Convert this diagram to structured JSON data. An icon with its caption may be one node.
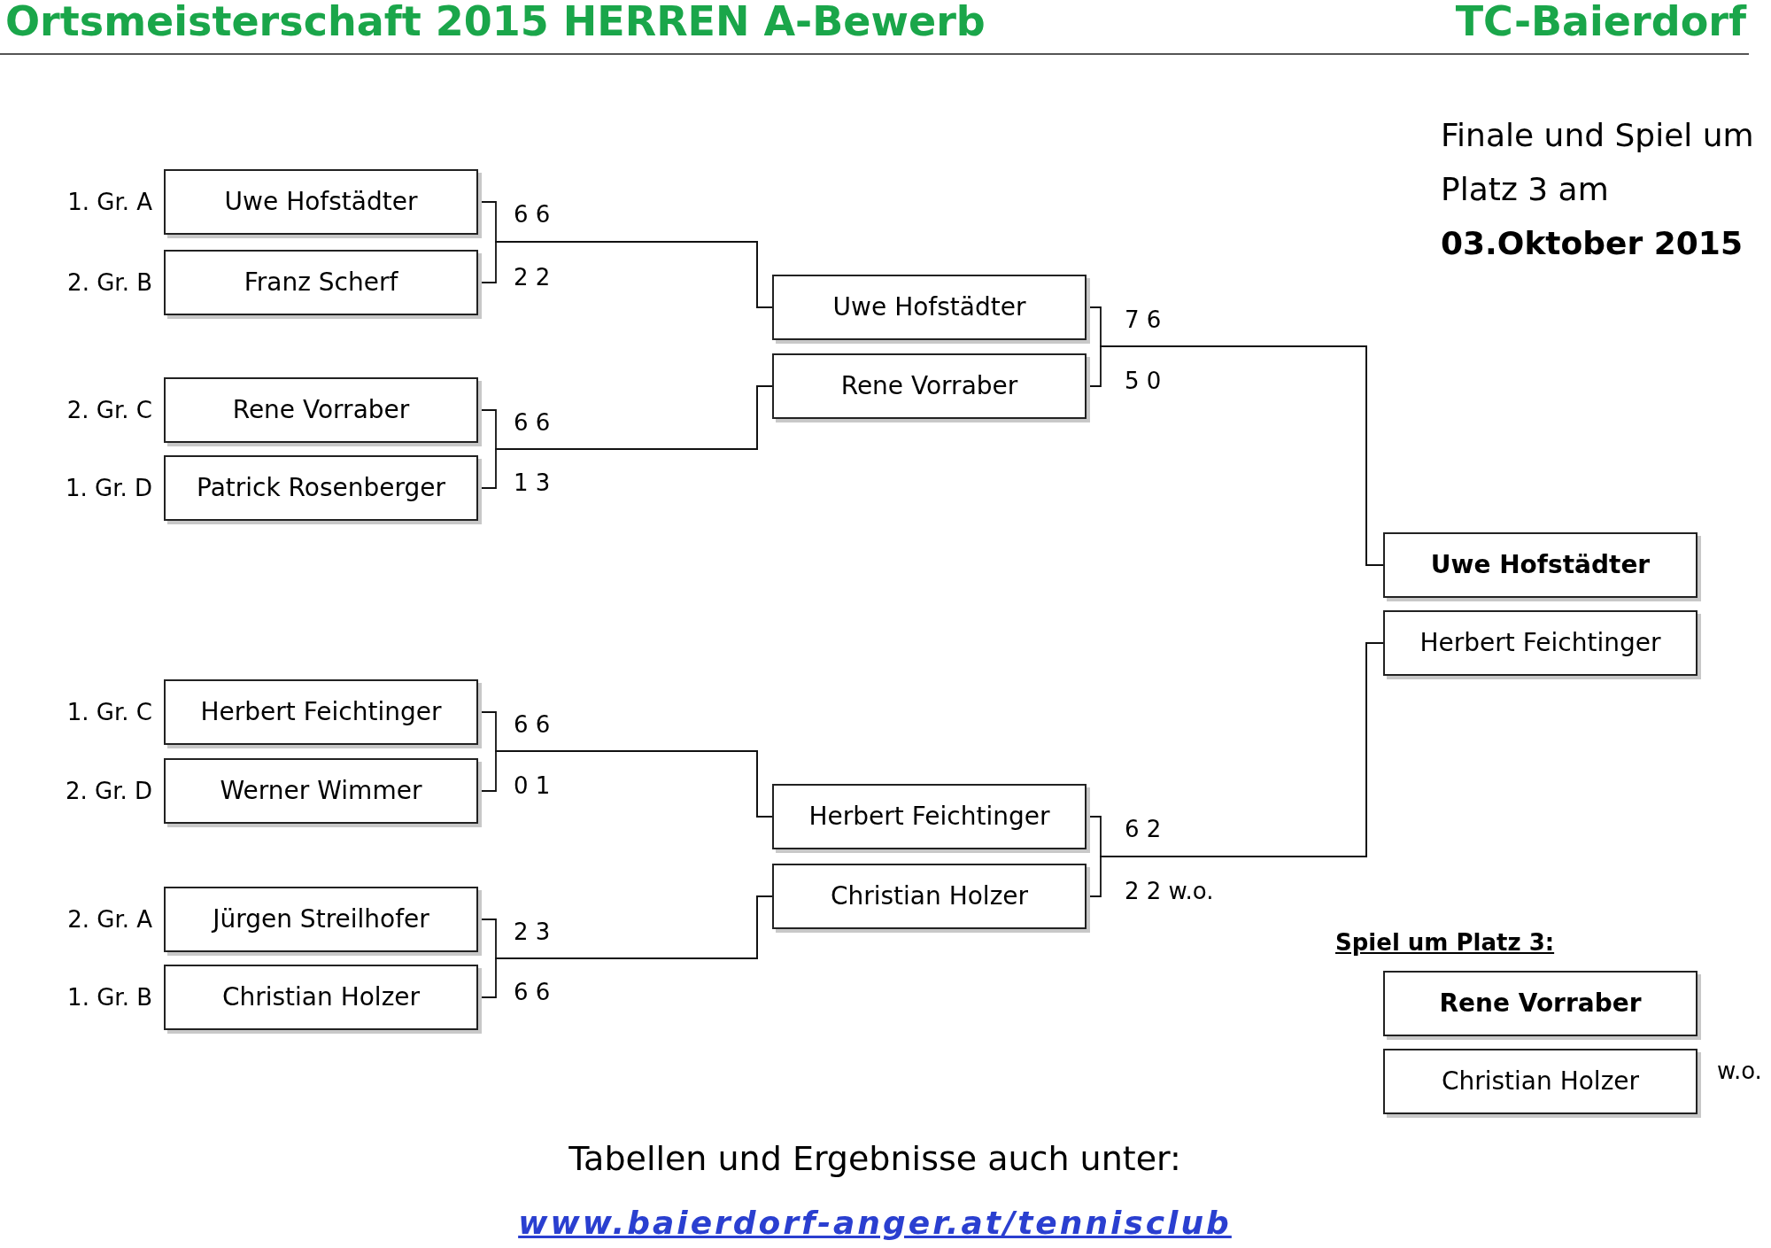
{
  "diagram": {
    "title": "Ortsmeisterschaft 2015 HERREN A-Bewerb",
    "nodes": [
      {
        "text": [
          "Uwe Hofstädter"
        ],
        "beside": [
          "1. Gr. A",
          "6 6"
        ]
      },
      {
        "text": [
          "Franz Scherf"
        ],
        "beside": [
          "2. Gr. B",
          "2 2"
        ]
      },
      {
        "text": [
          "Rene Vorraber"
        ],
        "beside": [
          "2. Gr. C",
          "6 6"
        ]
      },
      {
        "text": [
          "Patrick Rosenberger"
        ],
        "beside": [
          "1. Gr. D",
          "1 3"
        ]
      },
      {
        "text": [
          "Herbert Feichtinger"
        ],
        "beside": [
          "1. Gr. C",
          "6 6"
        ]
      },
      {
        "text": [
          "Werner Wimmer"
        ],
        "beside": [
          "2. Gr. D",
          "0 1"
        ]
      },
      {
        "text": [
          "Jürgen Streilhofer"
        ],
        "beside": [
          "2. Gr. A",
          "2 3"
        ]
      },
      {
        "text": [
          "Christian Holzer"
        ],
        "beside": [
          "1. Gr. B",
          "6 6"
        ]
      },
      {
        "text": [
          "Uwe Hofstädter"
        ],
        "beside": [
          "7 6"
        ]
      },
      {
        "text": [
          "Rene Vorraber"
        ],
        "beside": [
          "5 0"
        ]
      },
      {
        "text": [
          "Herbert Feichtinger"
        ],
        "beside": [
          "6 2"
        ]
      },
      {
        "text": [
          "Christian Holzer"
        ],
        "beside": [
          "2 2 w.o."
        ]
      },
      {
        "text": [
          "Uwe Hofstädter"
        ]
      },
      {
        "text": [
          "Herbert Feichtinger"
        ]
      },
      {
        "text": [
          "Rene Vorraber"
        ]
      },
      {
        "text": [
          "Christian Holzer"
        ],
        "beside": [
          "w.o."
        ]
      }
    ],
    "edges": [
      {
        "from": 0,
        "to": 8,
        "arrow": "none"
      },
      {
        "from": 1,
        "to": 8,
        "arrow": "none"
      },
      {
        "from": 2,
        "to": 9,
        "arrow": "none"
      },
      {
        "from": 3,
        "to": 9,
        "arrow": "none"
      },
      {
        "from": 4,
        "to": 10,
        "arrow": "none"
      },
      {
        "from": 5,
        "to": 10,
        "arrow": "none"
      },
      {
        "from": 6,
        "to": 11,
        "arrow": "none"
      },
      {
        "from": 7,
        "to": 11,
        "arrow": "none"
      },
      {
        "from": 8,
        "to": 12,
        "arrow": "none"
      },
      {
        "from": 9,
        "to": 12,
        "arrow": "none"
      },
      {
        "from": 10,
        "to": 13,
        "arrow": "none"
      },
      {
        "from": 11,
        "to": 13,
        "arrow": "none"
      }
    ],
    "labels": [
      "TC-Baierdorf",
      "Finale und Spiel um Platz 3 am",
      "03.Oktober 2015",
      "Spiel um Platz 3:",
      "Tabellen und Ergebnisse auch unter:",
      "www.baierdorf-anger.at/tennisclub"
    ]
  }
}
